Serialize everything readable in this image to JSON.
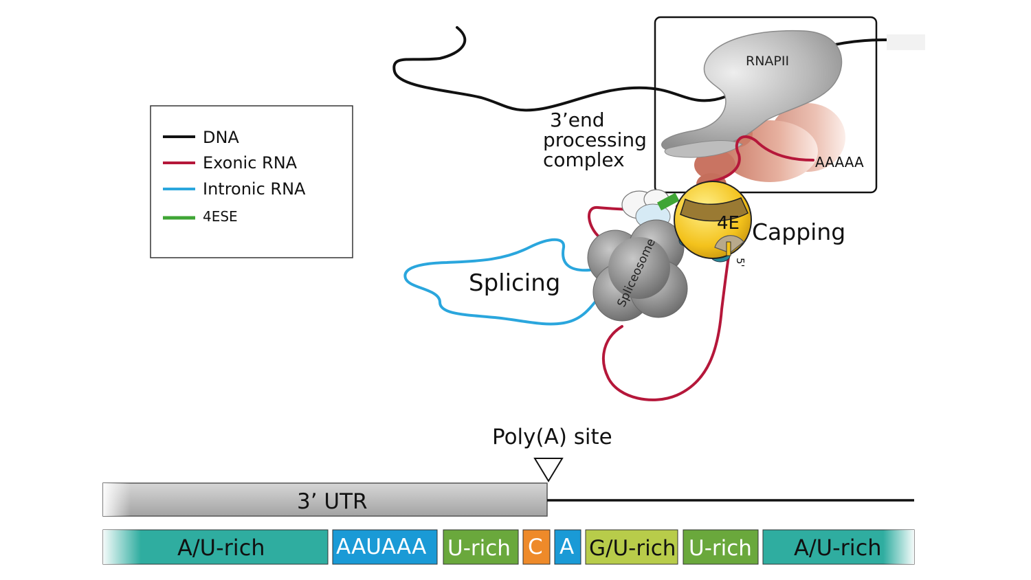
{
  "legend": {
    "items": [
      {
        "label": "DNA",
        "color": "#111111"
      },
      {
        "label": "Exonic RNA",
        "color": "#b5173a"
      },
      {
        "label": "Intronic RNA",
        "color": "#2aa6dd"
      },
      {
        "label": "4ESE",
        "color": "#3fa535"
      }
    ]
  },
  "labels": {
    "rnapii": "RNAPII",
    "end_processing_line1": "3’end",
    "end_processing_line2": "processing",
    "end_processing_line3": "complex",
    "polya_tail": "AAAAA",
    "eif4e": "4E",
    "capping": "Capping",
    "five_prime": "5'",
    "splicing": "Splicing",
    "spliceosome": "Spliceosome",
    "polya_site": "Poly(A) site",
    "utr": "3’ UTR"
  },
  "elements": [
    {
      "label": "A/U-rich",
      "color": "#2fada0"
    },
    {
      "label": "AAUAAA",
      "color": "#1a9ad6"
    },
    {
      "label": "U-rich",
      "color": "#6aa83c"
    },
    {
      "label": "C",
      "color": "#ee8a2a"
    },
    {
      "label": "A",
      "color": "#1a9ad6"
    },
    {
      "label": "G/U-rich",
      "color": "#b8cc4a"
    },
    {
      "label": "U-rich",
      "color": "#6aa83c"
    },
    {
      "label": "A/U-rich",
      "color": "#2fada0"
    }
  ]
}
